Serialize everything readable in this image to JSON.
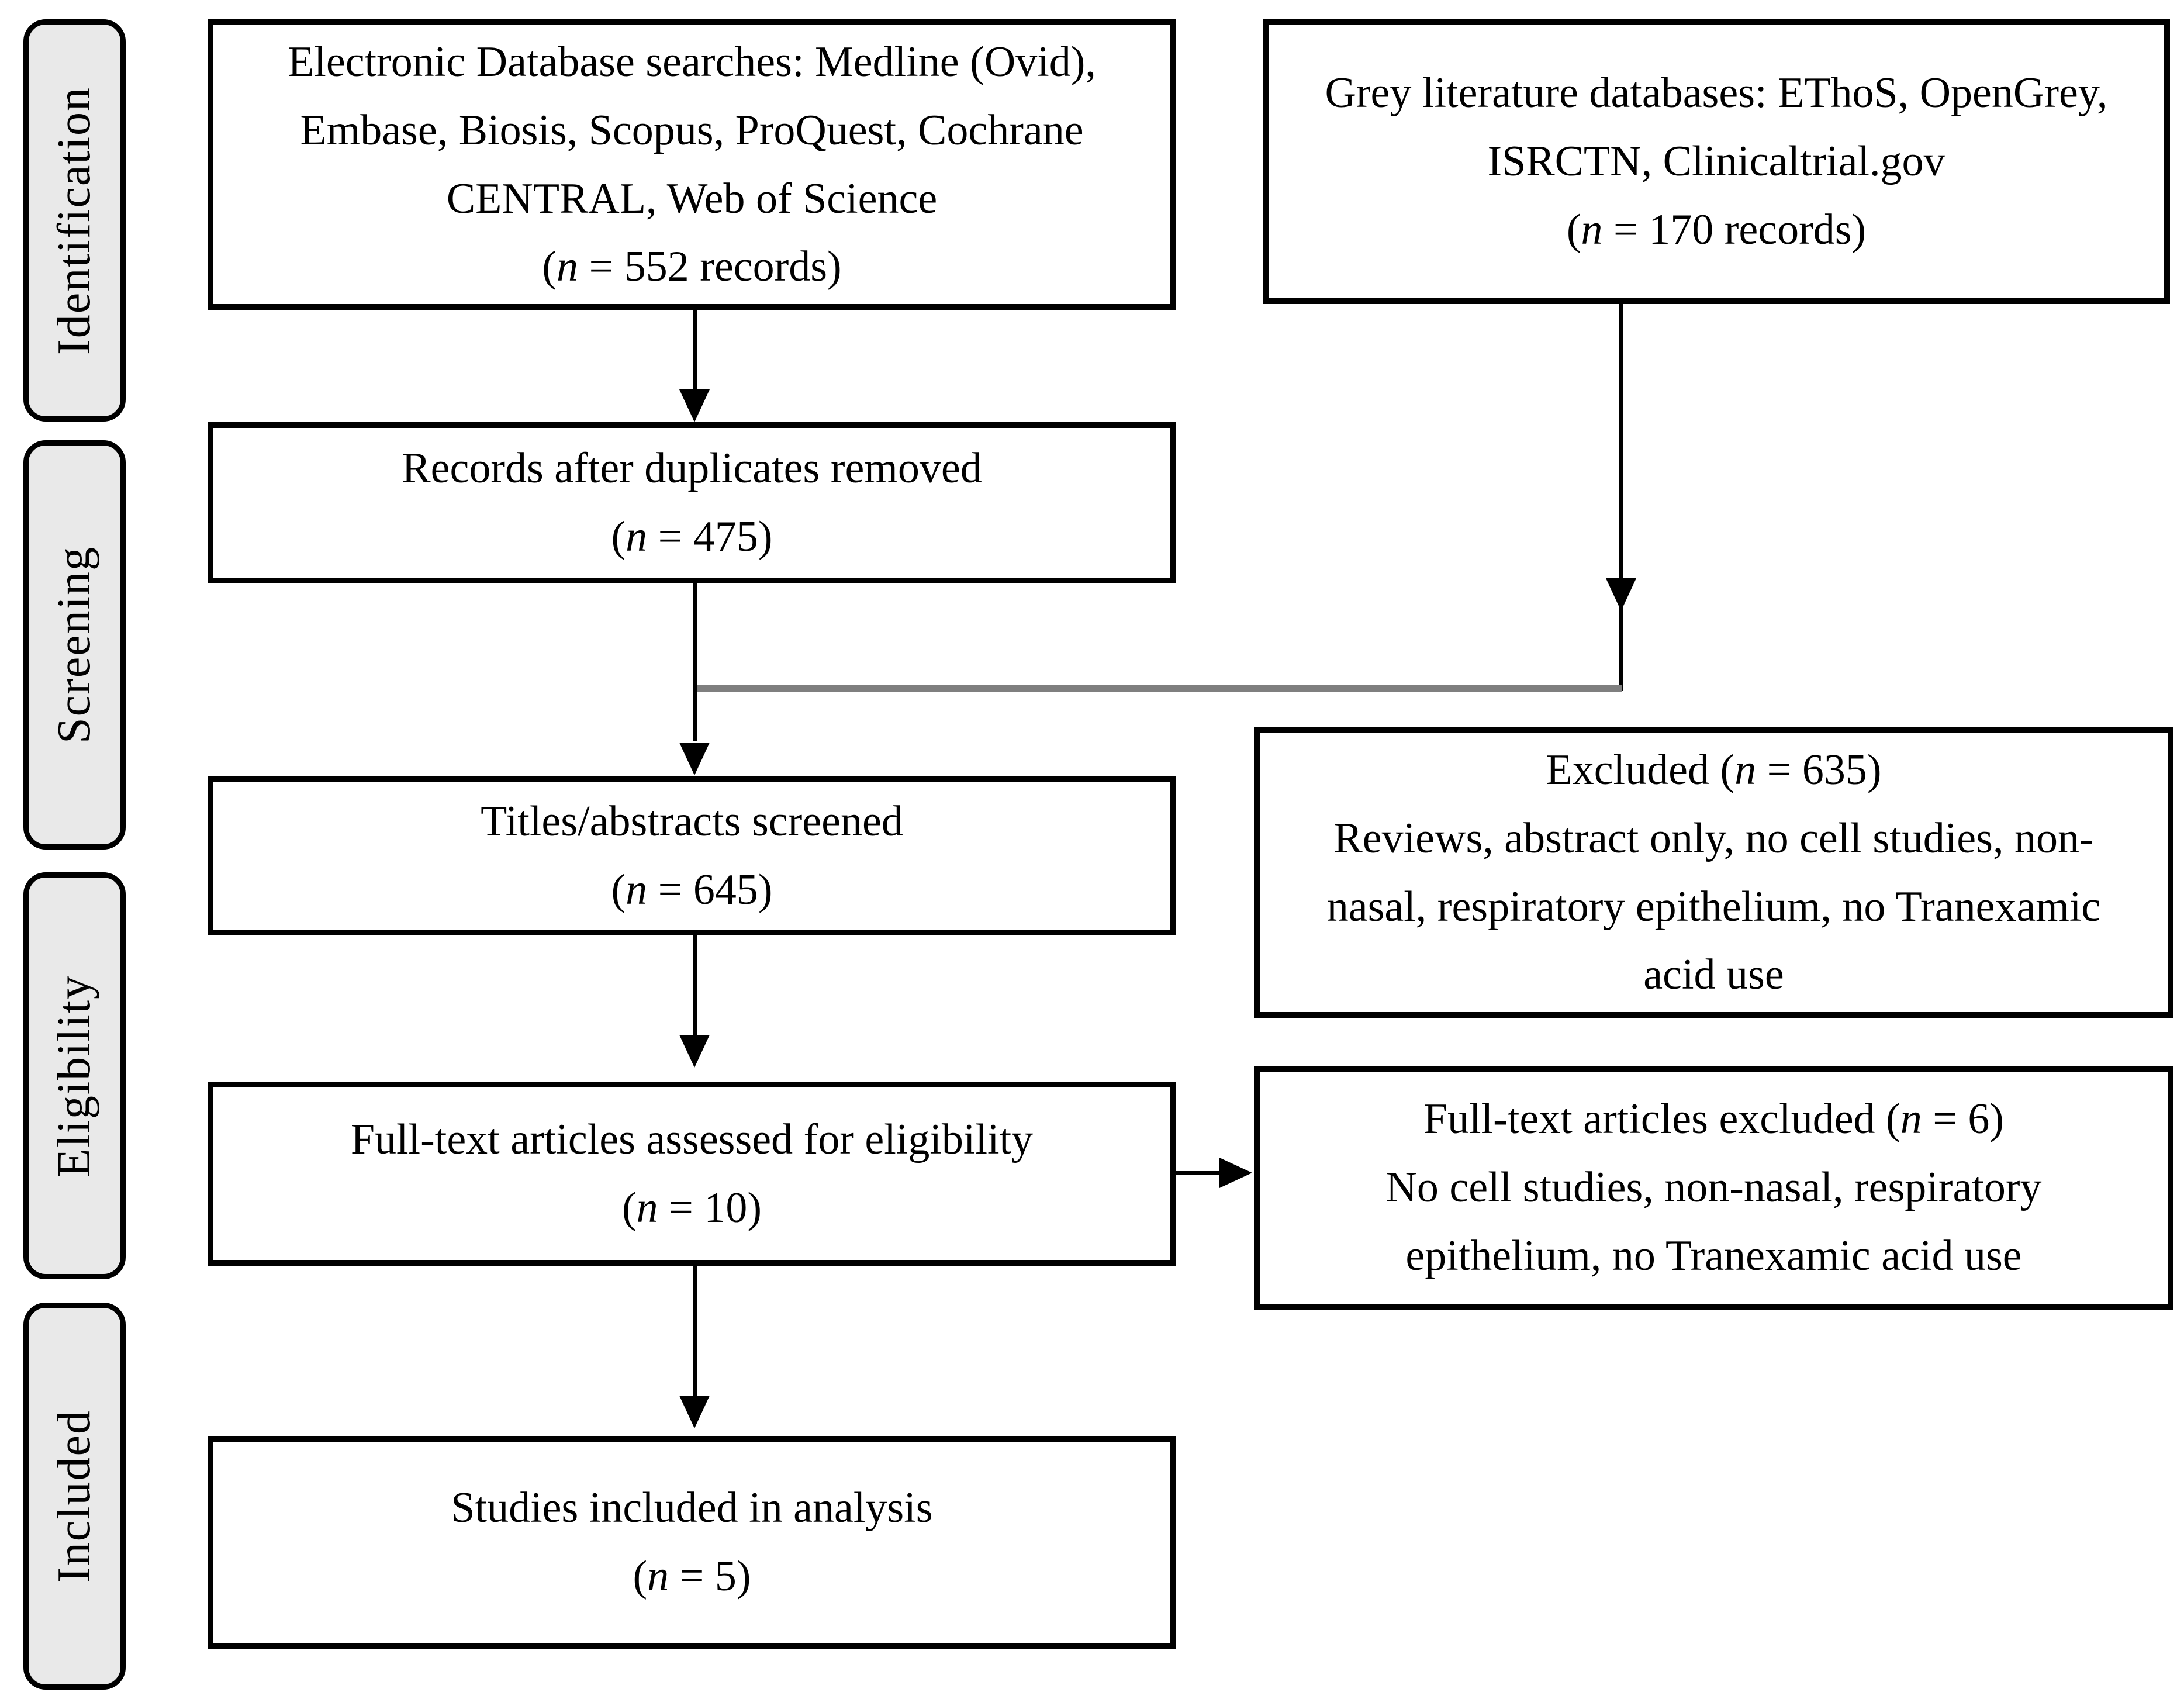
{
  "stages": [
    {
      "label": "Identification"
    },
    {
      "label": "Screening"
    },
    {
      "label": "Eligibility"
    },
    {
      "label": "Included"
    }
  ],
  "boxes": {
    "electronic": {
      "title": "Electronic Database searches: Medline (Ovid),\nEmbase, Biosis, Scopus, ProQuest, Cochrane\nCENTRAL, Web of Science",
      "n_open": "(",
      "n_var": "n",
      "n_rest": " = 552 records)"
    },
    "grey_literature": {
      "title": "Grey literature databases: EThoS, OpenGrey,\nISRCTN, Clinicaltrial.gov",
      "n_open": "(",
      "n_var": "n",
      "n_rest": " = 170 records)"
    },
    "duplicates_removed": {
      "title": "Records after duplicates removed",
      "n_open": "(",
      "n_var": "n",
      "n_rest": " = 475)"
    },
    "titles_screened": {
      "title": "Titles/abstracts screened",
      "n_open": "(",
      "n_var": "n",
      "n_rest": " = 645)"
    },
    "excluded_screening": {
      "head_pre": "Excluded (",
      "n_var": "n",
      "head_post": " = 635)",
      "detail": "Reviews, abstract only, no cell studies, non-\nnasal, respiratory epithelium, no Tranexamic\nacid use"
    },
    "fulltext_assessed": {
      "title": "Full-text articles assessed for eligibility",
      "n_open": "(",
      "n_var": "n",
      "n_rest": " = 10)"
    },
    "fulltext_excluded": {
      "head_pre": "Full-text articles excluded (",
      "n_var": "n",
      "head_post": " = 6)",
      "detail": "No cell studies, non-nasal, respiratory\nepithelium, no Tranexamic acid use"
    },
    "studies_included": {
      "title": "Studies included in analysis",
      "n_open": "(",
      "n_var": "n",
      "n_rest": " = 5)"
    }
  },
  "colors": {
    "line": "#000000",
    "grey_connector": "#7f7f7f",
    "stage_fill": "#e9e9e9",
    "box_background": "#ffffff"
  }
}
